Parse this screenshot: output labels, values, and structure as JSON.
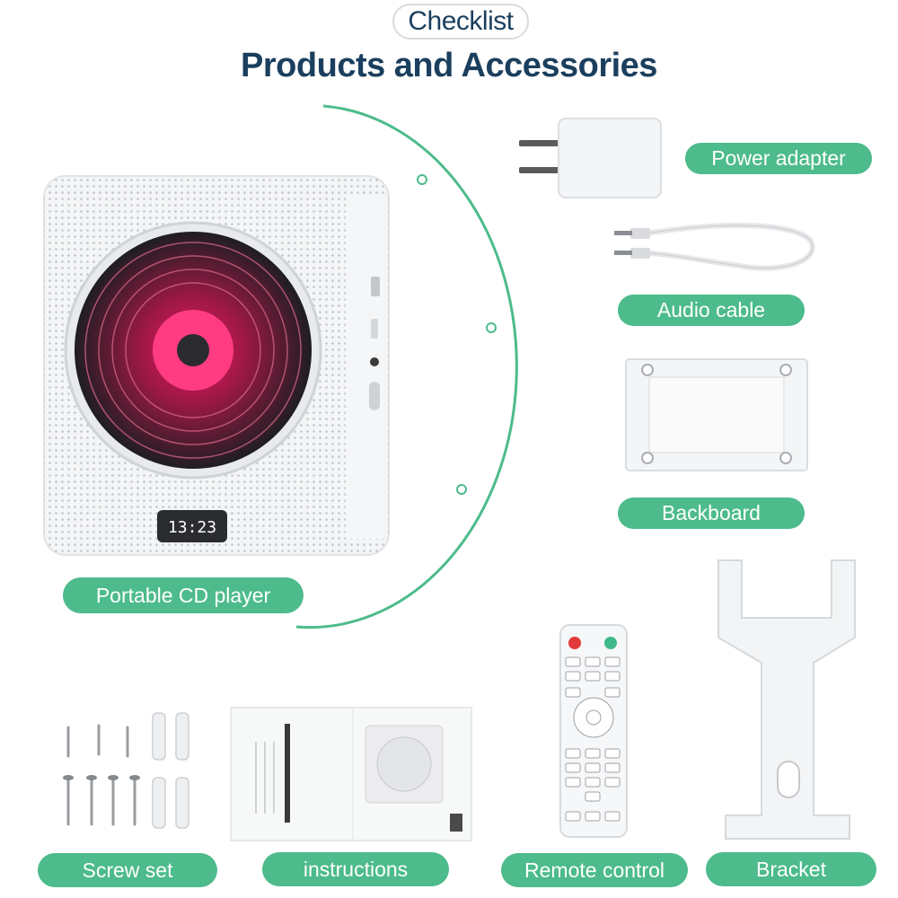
{
  "header": {
    "badge": "Checklist",
    "title": "Products and Accessories"
  },
  "labels": {
    "power_adapter": "Power adapter",
    "audio_cable": "Audio cable",
    "backboard": "Backboard",
    "portable_cd_player": "Portable CD player",
    "screw_set": "Screw set",
    "instructions": "instructions",
    "remote_control": "Remote control",
    "bracket": "Bracket"
  },
  "player": {
    "display_time": "13:23"
  },
  "colors": {
    "label_green": "#4dbb8b",
    "title_navy": "#1b3f5e",
    "disc_pink": "#e8185e"
  }
}
